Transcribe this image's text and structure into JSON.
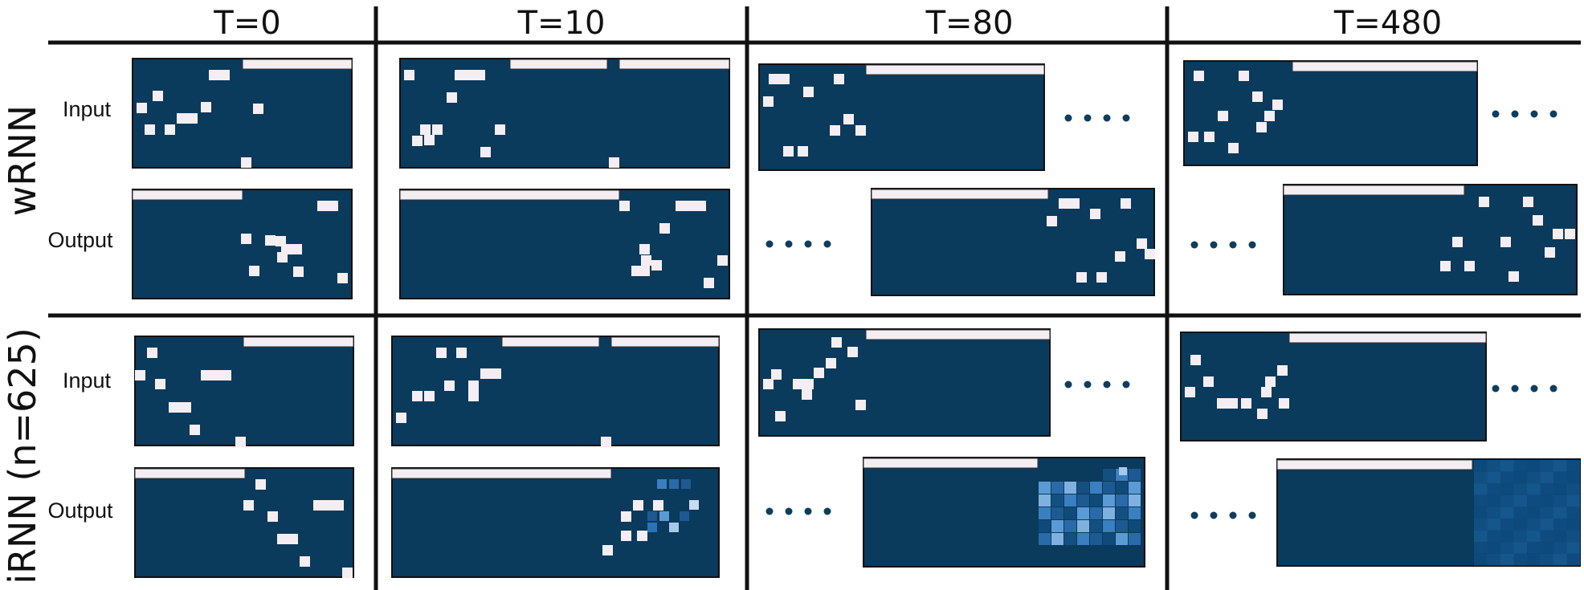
{
  "columns": [
    "T=0",
    "T=10",
    "T=80",
    "T=480"
  ],
  "rows": [
    {
      "name": "wRNN",
      "panels": [
        "Input",
        "Output"
      ]
    },
    {
      "name": "iRNN (n=625)",
      "panels": [
        "Input",
        "Output"
      ]
    }
  ],
  "colors": {
    "background": "#0a3a5c",
    "active": "#f4eef2",
    "border": "#111111",
    "dots": "#0f3d5e"
  }
}
